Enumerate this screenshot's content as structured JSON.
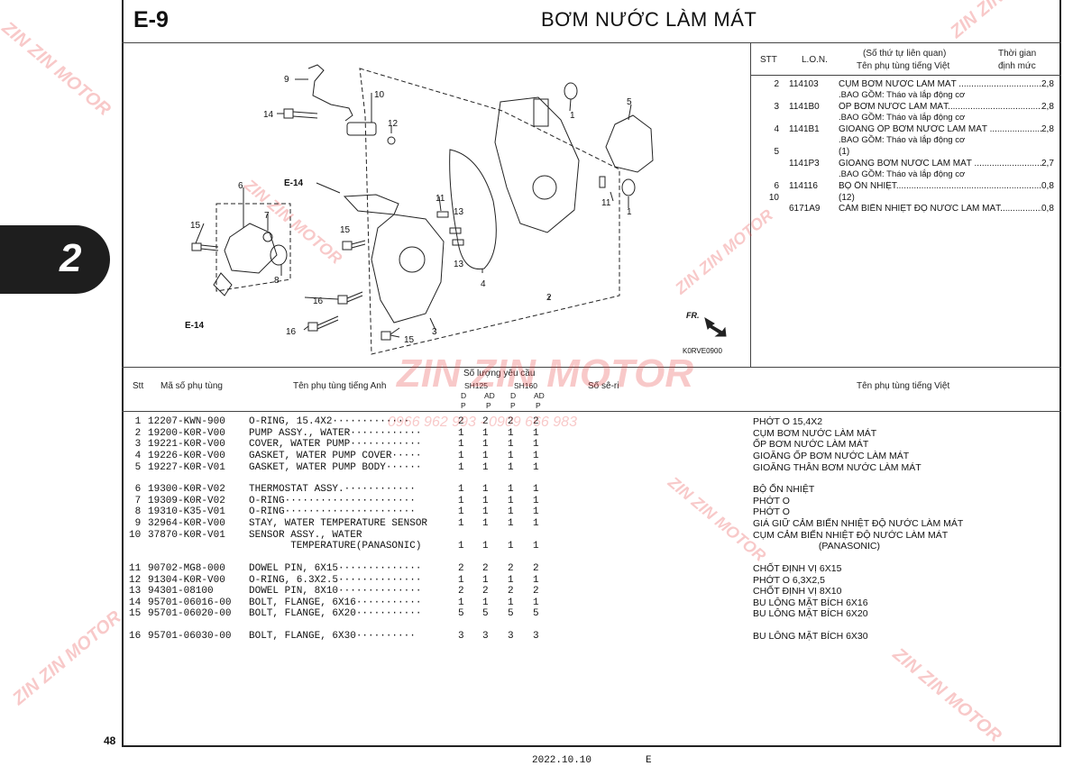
{
  "header": {
    "section_code": "E-9",
    "title": "BƠM NƯỚC LÀM MÁT"
  },
  "chapter_tab": {
    "number": "2"
  },
  "page_number": "48",
  "footer": {
    "date": "2022.10.10",
    "letter": "E"
  },
  "diagram": {
    "code": "K0RVE0900",
    "fr_label": "FR.",
    "ref_labels": [
      "E-14",
      "E-14"
    ],
    "callouts": [
      "9",
      "14",
      "10",
      "12",
      "E-14",
      "6",
      "15",
      "7",
      "8",
      "5",
      "1",
      "11",
      "13",
      "15",
      "13",
      "4",
      "1",
      "11",
      "2",
      "16",
      "16",
      "15",
      "3",
      "E-14"
    ]
  },
  "reference_table": {
    "headers": {
      "stt": "STT",
      "lon": "L.O.N.",
      "desc_line1": "(Số thứ tự liên quan)",
      "desc_line2": "Tên phụ tùng tiếng Việt",
      "time_line1": "Thời gian",
      "time_line2": "định mức"
    },
    "rows": [
      {
        "stt": "2",
        "lon": "114103",
        "desc": "CỤM BƠM NƯỚC LÀM MÁT ....................................",
        "sub": ".BAO GỒM: Tháo và lắp động cơ",
        "time": "2,8"
      },
      {
        "stt": "3",
        "lon": "1141B0",
        "desc": "ỐP BƠM NƯỚC LÀM MÁT.........................................",
        "sub": ".BAO GỒM: Tháo và lắp động cơ",
        "time": "2,8"
      },
      {
        "stt": "4",
        "lon": "1141B1",
        "desc": "GIOĂNG ỐP BƠM NƯỚC LÀM MÁT .........................",
        "sub": ".BAO GỒM: Tháo và lắp động cơ",
        "time": "2,8"
      },
      {
        "stt": "5",
        "lon": "",
        "desc": "(1)",
        "sub": "",
        "time": ""
      },
      {
        "stt": "",
        "lon": "1141P3",
        "desc": "GIOĂNG BƠM NƯỚC LÀM MÁT ...............................",
        "sub": ".BAO GỒM: Tháo và lắp động cơ",
        "time": "2,7"
      },
      {
        "stt": "6",
        "lon": "114116",
        "desc": "BỘ ỔN NHIỆT............................................................",
        "sub": "",
        "time": "0,8"
      },
      {
        "stt": "10",
        "lon": "",
        "desc": "(12)",
        "sub": "",
        "time": ""
      },
      {
        "stt": "",
        "lon": "6171A9",
        "desc": "CẢM BIẾN NHIỆT ĐỘ NƯỚC LÀM MÁT.................",
        "sub": "",
        "time": "0,8"
      }
    ]
  },
  "parts_table": {
    "headers": {
      "stt": "Stt",
      "part_no": "Mã số phụ tùng",
      "name_en": "Tên phụ tùng tiếng Anh",
      "qty": "Số lượng yêu cầu",
      "sh125": "SH125",
      "sh160": "SH160",
      "d": "D",
      "ad": "AD",
      "p": "P",
      "serial": "Số sê-ri",
      "name_vn": "Tên phụ tùng tiếng Việt"
    },
    "rows": [
      {
        "no": " 1",
        "part": "12207-KWN-900",
        "en": "O-RING, 15.4X2·············",
        "q": [
          "2",
          "2",
          "2",
          "2"
        ],
        "vn": "PHỚT O 15,4X2"
      },
      {
        "no": " 2",
        "part": "19200-K0R-V00",
        "en": "PUMP ASSY., WATER············",
        "q": [
          "1",
          "1",
          "1",
          "1"
        ],
        "vn": "CỤM BƠM NƯỚC LÀM MÁT"
      },
      {
        "no": " 3",
        "part": "19221-K0R-V00",
        "en": "COVER, WATER PUMP············",
        "q": [
          "1",
          "1",
          "1",
          "1"
        ],
        "vn": "ỐP BƠM NƯỚC LÀM MÁT"
      },
      {
        "no": " 4",
        "part": "19226-K0R-V00",
        "en": "GASKET, WATER PUMP COVER·····",
        "q": [
          "1",
          "1",
          "1",
          "1"
        ],
        "vn": "GIOĂNG ỐP BƠM NƯỚC LÀM MÁT"
      },
      {
        "no": " 5",
        "part": "19227-K0R-V01",
        "en": "GASKET, WATER PUMP BODY······",
        "q": [
          "1",
          "1",
          "1",
          "1"
        ],
        "vn": "GIOĂNG THÂN BƠM NƯỚC LÀM MÁT"
      },
      {
        "no": " 6",
        "part": "19300-K0R-V02",
        "en": "THERMOSTAT ASSY.············",
        "q": [
          "1",
          "1",
          "1",
          "1"
        ],
        "vn": "BỘ ỔN NHIỆT"
      },
      {
        "no": " 7",
        "part": "19309-K0R-V02",
        "en": "O-RING······················",
        "q": [
          "1",
          "1",
          "1",
          "1"
        ],
        "vn": "PHỚT O"
      },
      {
        "no": " 8",
        "part": "19310-K35-V01",
        "en": "O-RING······················",
        "q": [
          "1",
          "1",
          "1",
          "1"
        ],
        "vn": "PHỚT O"
      },
      {
        "no": " 9",
        "part": "32964-K0R-V00",
        "en": "STAY, WATER TEMPERATURE SENSOR",
        "q": [
          "1",
          "1",
          "1",
          "1"
        ],
        "vn": "GIÁ GIỮ CẢM BIẾN NHIỆT ĐỘ NƯỚC LÀM MÁT"
      },
      {
        "no": "10",
        "part": "37870-K0R-V01",
        "en": "SENSOR ASSY., WATER",
        "q": [
          "",
          "",
          "",
          ""
        ],
        "vn": "CỤM CẢM BIẾN NHIỆT ĐỘ NƯỚC LÀM MÁT"
      },
      {
        "no": "",
        "part": "",
        "en": "       TEMPERATURE(PANASONIC)",
        "q": [
          "1",
          "1",
          "1",
          "1"
        ],
        "vn": "                         (PANASONIC)"
      },
      {
        "no": "11",
        "part": "90702-MG8-000",
        "en": "DOWEL PIN, 6X15··············",
        "q": [
          "2",
          "2",
          "2",
          "2"
        ],
        "vn": "CHỐT ĐỊNH VỊ 6X15"
      },
      {
        "no": "12",
        "part": "91304-K0R-V00",
        "en": "O-RING, 6.3X2.5··············",
        "q": [
          "1",
          "1",
          "1",
          "1"
        ],
        "vn": "PHỚT O 6,3X2,5"
      },
      {
        "no": "13",
        "part": "94301-08100",
        "en": "DOWEL PIN, 8X10··············",
        "q": [
          "2",
          "2",
          "2",
          "2"
        ],
        "vn": "CHỐT ĐỊNH VỊ 8X10"
      },
      {
        "no": "14",
        "part": "95701-06016-00",
        "en": "BOLT, FLANGE, 6X16···········",
        "q": [
          "1",
          "1",
          "1",
          "1"
        ],
        "vn": "BU LÔNG MẶT BÍCH 6X16"
      },
      {
        "no": "15",
        "part": "95701-06020-00",
        "en": "BOLT, FLANGE, 6X20···········",
        "q": [
          "5",
          "5",
          "5",
          "5"
        ],
        "vn": "BU LÔNG MẶT BÍCH 6X20"
      },
      {
        "no": "16",
        "part": "95701-06030-00",
        "en": "BOLT, FLANGE, 6X30··········",
        "q": [
          "3",
          "3",
          "3",
          "3"
        ],
        "vn": "BU LÔNG MẶT BÍCH 6X30"
      }
    ]
  },
  "watermark": {
    "brand": "ZIN ZIN MOTOR",
    "phone": "0966 962 993 - 0909 666 983"
  }
}
